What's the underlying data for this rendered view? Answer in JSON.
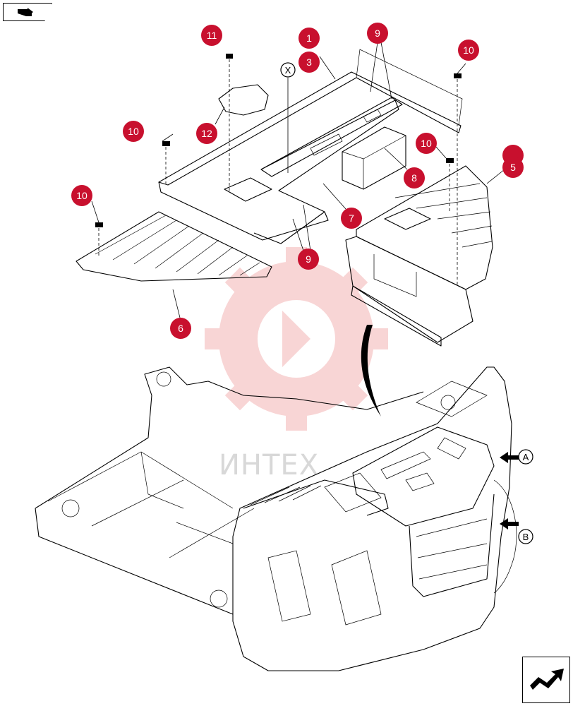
{
  "callouts": [
    {
      "label": "1"
    },
    {
      "label": "3"
    },
    {
      "label": "9"
    },
    {
      "label": "11"
    },
    {
      "label": "10"
    },
    {
      "label": "10"
    },
    {
      "label": "10"
    },
    {
      "label": "10"
    },
    {
      "label": "12"
    },
    {
      "label": "5"
    },
    {
      "label": "8"
    },
    {
      "label": "7"
    },
    {
      "label": "9"
    },
    {
      "label": "6"
    }
  ],
  "view_markers": [
    {
      "label": "A"
    },
    {
      "label": "B"
    }
  ],
  "detail_marker": {
    "label": "X"
  },
  "watermark": {
    "text": "ИНТЕХ"
  },
  "colors": {
    "callout": "#c8102e",
    "watermark_logo": "#f4b3b3",
    "line": "#000000"
  },
  "nav": {
    "prev_icon": "nav-prev-arrow-icon",
    "next_icon": "nav-next-arrow-icon"
  }
}
